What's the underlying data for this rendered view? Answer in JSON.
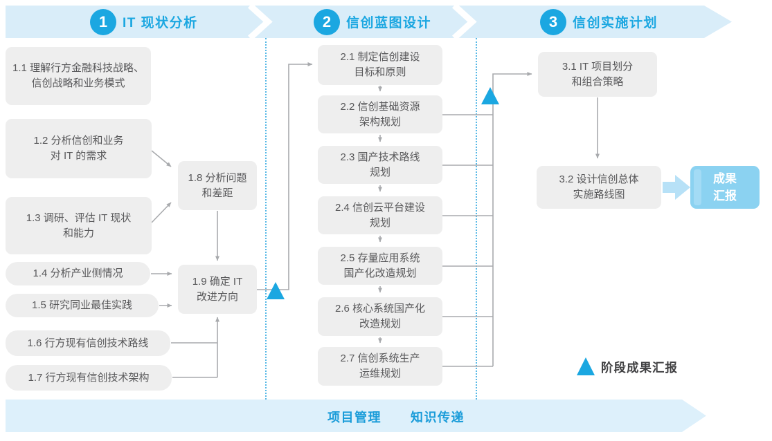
{
  "phases": [
    {
      "number": "1",
      "title": "IT 现状分析"
    },
    {
      "number": "2",
      "title": "信创蓝图设计"
    },
    {
      "number": "3",
      "title": "信创实施计划"
    }
  ],
  "boxes": {
    "b11": {
      "line1": "1.1 理解行方金融科技战略、",
      "line2": "信创战略和业务模式"
    },
    "b12": {
      "line1": "1.2 分析信创和业务",
      "line2": "对 IT 的需求"
    },
    "b13": {
      "line1": "1.3 调研、评估 IT 现状",
      "line2": "和能力"
    },
    "b14": {
      "line1": "1.4 分析产业侧情况"
    },
    "b15": {
      "line1": "1.5 研究同业最佳实践"
    },
    "b16": {
      "line1": "1.6 行方现有信创技术路线"
    },
    "b17": {
      "line1": "1.7 行方现有信创技术架构"
    },
    "b18": {
      "line1": "1.8 分析问题",
      "line2": "和差距"
    },
    "b19": {
      "line1": "1.9 确定 IT",
      "line2": "改进方向"
    },
    "b21": {
      "line1": "2.1 制定信创建设",
      "line2": "目标和原则"
    },
    "b22": {
      "line1": "2.2 信创基础资源",
      "line2": "架构规划"
    },
    "b23": {
      "line1": "2.3 国产技术路线",
      "line2": "规划"
    },
    "b24": {
      "line1": "2.4 信创云平台建设",
      "line2": "规划"
    },
    "b25": {
      "line1": "2.5 存量应用系统",
      "line2": "国产化改造规划"
    },
    "b26": {
      "line1": "2.6 核心系统国产化",
      "line2": "改造规划"
    },
    "b27": {
      "line1": "2.7 信创系统生产",
      "line2": "运维规划"
    },
    "b31": {
      "line1": "3.1 IT 项目划分",
      "line2": "和组合策略"
    },
    "b32": {
      "line1": "3.2 设计信创总体",
      "line2": "实施路线图"
    }
  },
  "result_box": {
    "line1": "成果",
    "line2": "汇报"
  },
  "legend": {
    "label": "阶段成果汇报",
    "icon": "milestone-triangle"
  },
  "footer": {
    "left_label": "项目管理",
    "right_label": "知识传递"
  },
  "colors": {
    "accent_blue": "#1ba7e1",
    "header_band": "#d9edf9",
    "footer_band": "#ddf0fb",
    "footer_text": "#1a9cd9",
    "node_gray": "#eeeeee",
    "node_text": "#58585a",
    "line_gray": "#a8aaad",
    "result_bg": "#8bd2f1",
    "thick_arrow": "#b7e1f7",
    "dotted_separator": "#56b8e6"
  }
}
